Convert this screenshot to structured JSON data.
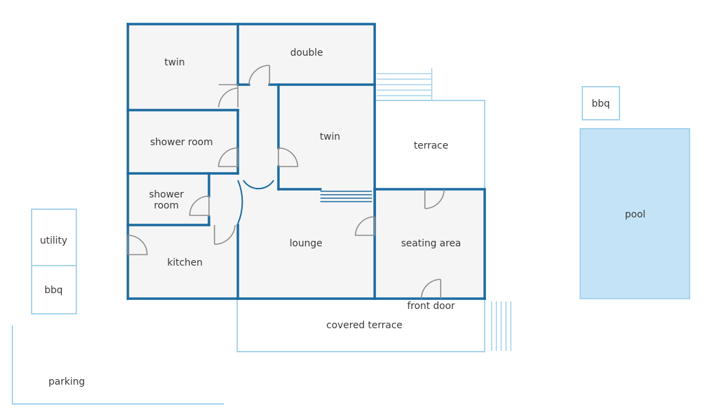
{
  "rooms": {
    "twin_top": "twin",
    "double": "double",
    "shower_room_1": "shower room",
    "twin_center": "twin",
    "terrace": "terrace",
    "shower_room_2_line1": "shower",
    "shower_room_2_line2": "room",
    "lounge": "lounge",
    "seating_area": "seating area",
    "kitchen": "kitchen",
    "front_door": "front door",
    "covered_terrace": "covered terrace",
    "utility": "utility",
    "bbq_left": "bbq",
    "bbq_right": "bbq",
    "pool": "pool",
    "parking": "parking"
  },
  "colors": {
    "wall": "#1b6aa0",
    "outline_light": "#a9d4ec",
    "pool_fill": "#c4e3f6",
    "room_fill": "#f5f5f5",
    "door": "#8c8c8c"
  }
}
